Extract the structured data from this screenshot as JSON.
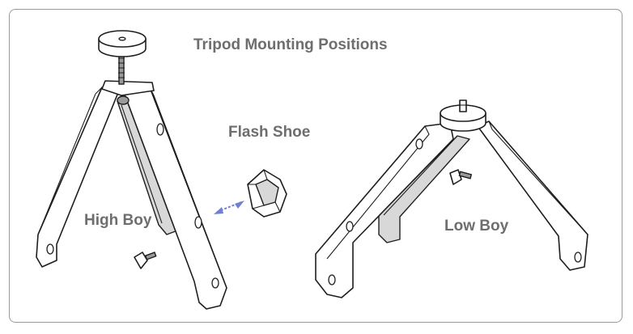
{
  "labels": {
    "title": "Tripod Mounting Positions",
    "flash_shoe": "Flash Shoe",
    "high_boy": "High Boy",
    "low_boy": "Low Boy"
  },
  "colors": {
    "label_text": "#6e6e6e",
    "line": "#1e1e1e",
    "arrow": "#6f7fd6",
    "frame_border": "#9a9a9a"
  }
}
